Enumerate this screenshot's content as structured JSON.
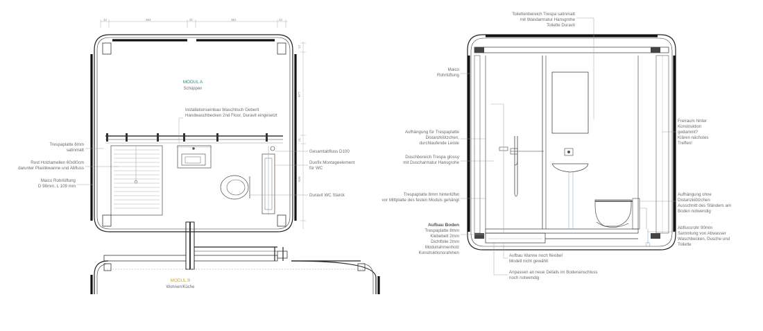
{
  "left_plan": {
    "dimensions": [
      "12",
      "364",
      "21",
      "381",
      "12"
    ],
    "side_dims": [
      "12",
      "977",
      "21",
      "926"
    ],
    "modul_a_title": "MODUL A",
    "modul_a_sub": "Schüppen",
    "modul_b_title": "MODUL B",
    "modul_b_sub": "Wohnen/Küche",
    "labels": {
      "installation": [
        "Installationseinbau Waschtisch Geberit",
        "Handwaschbecken 2nd Floor, Duravit eingesetzt"
      ],
      "trespa": [
        "Trespaplatte 8mm",
        "satinmatt"
      ],
      "rost": [
        "Rost Holzlamellen 60x80cm",
        "darunter Plastikwanne und Abfluss"
      ],
      "maico": [
        "Maico Rohrlüftung",
        "D 98mm, L 109 mm"
      ],
      "gesamtabfluss": [
        "Gesamtabfluss D100"
      ],
      "duofix": [
        "Duofix Montageelement",
        "für WC"
      ],
      "duravit": [
        "Duravit WC Starck"
      ]
    }
  },
  "right_section": {
    "labels": {
      "toilette": [
        "Toilettenbereich Trespa satinmatt",
        "mit Wandarmatur Hansgrohe",
        "Toilette Duravit"
      ],
      "maico": [
        "Maico",
        "Rohrlüftung"
      ],
      "aufhaengung": [
        "Aufhängung für Trespaplatte",
        "Distanzklötzchen,",
        "durchlaufende Leiste"
      ],
      "dusch": [
        "Duschbereich Trespa glossy",
        "mit Duscharmatur Hansgrohe"
      ],
      "trespa_hint": [
        "Trespaplatte 8mm hinterlüftet",
        "vor Mittplatte des festen Moduls gehängt"
      ],
      "aufbau_title": "Aufbau Boden",
      "aufbau": [
        "Trespaplatte 8mm",
        "Klebebett 2mm",
        "Dichtfolie 2mm",
        "Modulrahmenholz",
        "Konstruktionsrahmen"
      ],
      "wanne": [
        "Aufbau Wanne noch flexibel",
        "Modell nicht gewählt"
      ],
      "anpassen": [
        "Anpassen an neue Details im Bodenanschluss",
        "noch notwendig"
      ],
      "freiraum": [
        "Freiraum hinter",
        "Konstruktion",
        "gedammt?",
        "Klären nächstes",
        "Treffen!"
      ],
      "aufhaengung_ohne": [
        "Aufhängung ohne",
        "Distanzklötzchen",
        "Ausschnitt des Ständers am",
        "Boden notwendig"
      ],
      "abfluss": [
        "Abflussrohr 90mm",
        "Sammlung von Abwasser",
        "Waschbecken, Dusche und",
        "Toilette"
      ]
    }
  },
  "colors": {
    "modul_a": "#2a8c8c",
    "modul_b": "#e0a020",
    "pipe": "#8ab0cf"
  }
}
